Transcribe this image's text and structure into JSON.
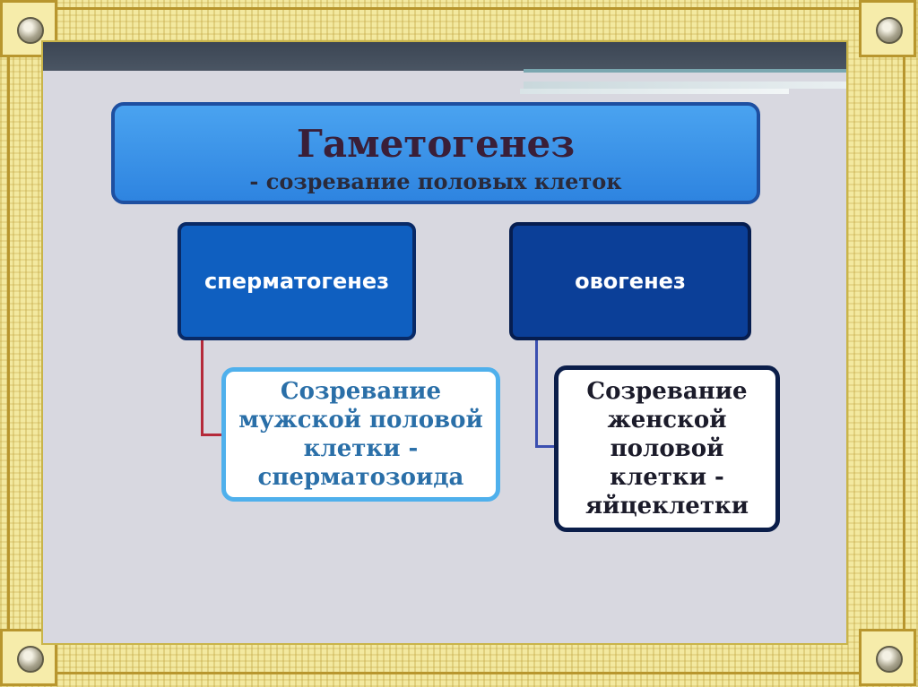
{
  "diagram": {
    "title": "Гаметогенез",
    "subtitle": "- созревание половых клеток",
    "branches": [
      {
        "label": "сперматогенез",
        "description_lines": [
          "Созревание",
          "мужской половой",
          "клетки -",
          "сперматозоида"
        ]
      },
      {
        "label": "овогенез",
        "description_lines": [
          "Созревание",
          "женской",
          "половой",
          "клетки -",
          "яйцеклетки"
        ]
      }
    ]
  },
  "colors": {
    "title_box": "#2e84e0",
    "spermatogenesis_box": "#0f5fc0",
    "oogenesis_box": "#0b3f98",
    "male_text": "#2a6fa8",
    "male_connector": "#b52a3a",
    "female_connector": "#3b4fb0"
  }
}
